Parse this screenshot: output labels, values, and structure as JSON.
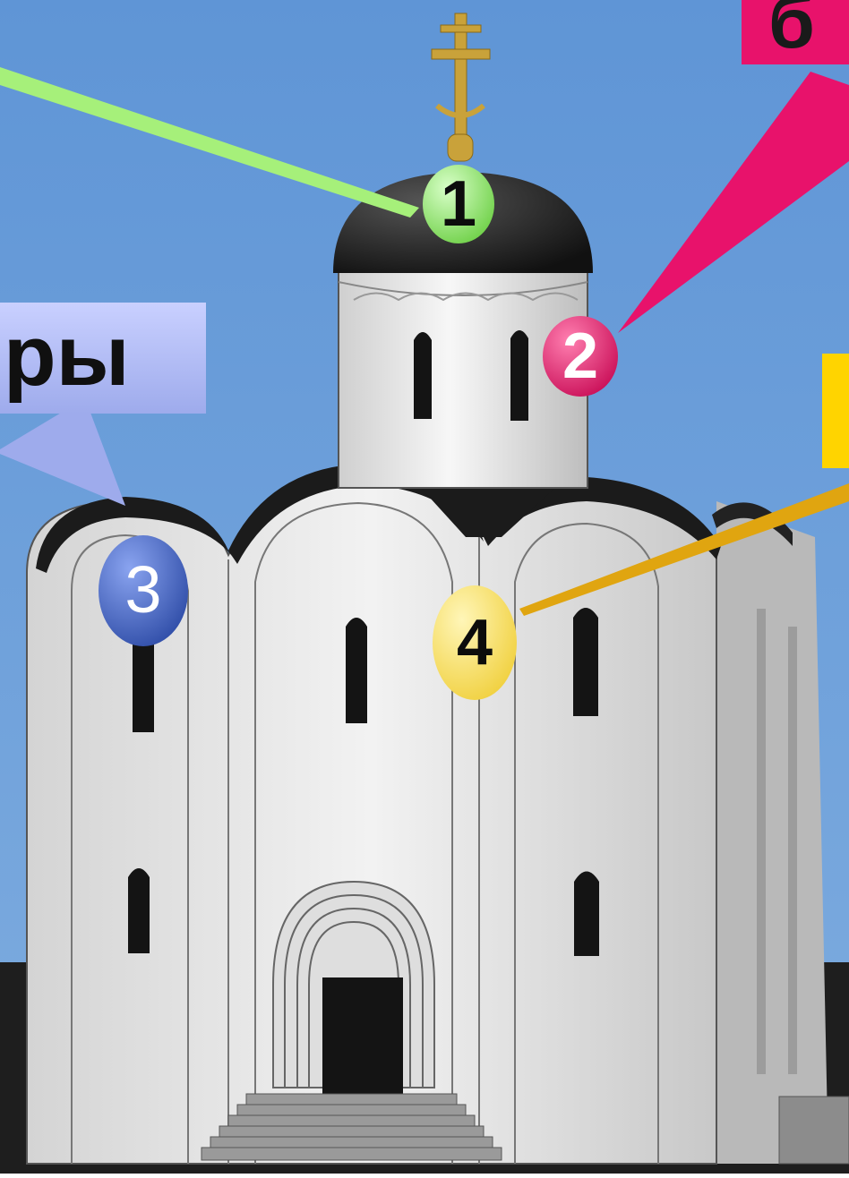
{
  "labels": {
    "left": "ры",
    "top_right": "б",
    "right": ""
  },
  "markers": [
    {
      "number": "1",
      "color": "#8fe46a"
    },
    {
      "number": "2",
      "color": "#e0156b"
    },
    {
      "number": "3",
      "color": "#3c5bb8"
    },
    {
      "number": "4",
      "color": "#f4dc5a"
    }
  ],
  "colors": {
    "sky": "#6fa0da",
    "ground": "#1e1e1e",
    "wall": "#e6e6e6",
    "roof": "#1c1c1c",
    "cross": "#c9a23a",
    "label_left_bg": "#b8c2f4",
    "label_top_right_bg": "#e8126b",
    "label_right_bg": "#ffd400"
  }
}
